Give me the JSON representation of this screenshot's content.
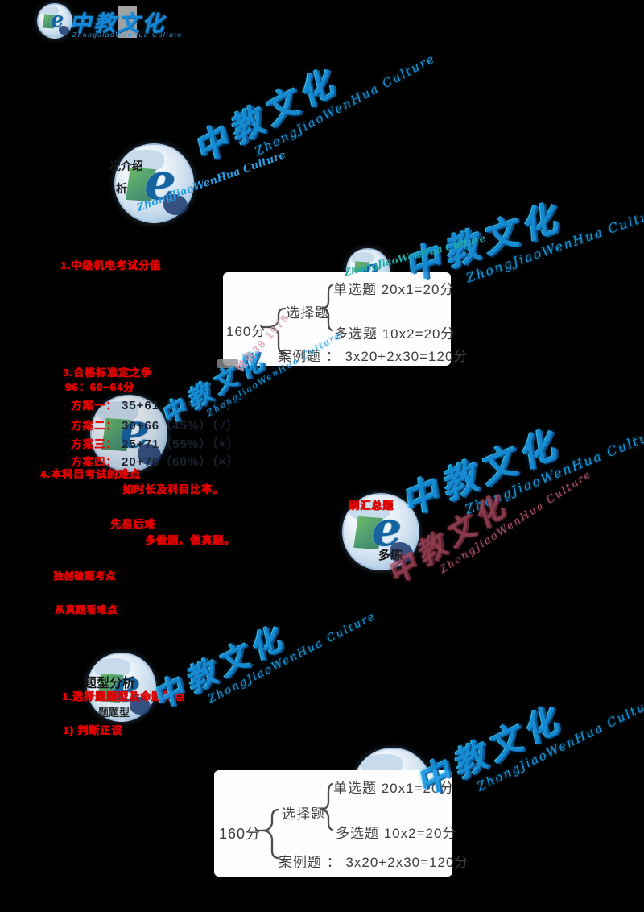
{
  "logo": {
    "brand": "中教文化",
    "tagline": "ZhongJiaoWenHua Culture"
  },
  "watermark": {
    "brand": "中教文化",
    "script": "ZhongJiaoWenHua Culture",
    "wechat_tag": "微信38 1978",
    "globe_letter": "e"
  },
  "colors": {
    "note_red": "#e80000",
    "watermark_blue": "#1795e0",
    "watermark_pink": "#b04a60",
    "wechat_pink": "#dba6bd",
    "diagram_bg": "#ffffff",
    "diagram_text": "#3f3f3f",
    "brand_blue": "#1789d8"
  },
  "intro_section": {
    "line1": "况介绍",
    "line2": "析"
  },
  "notes": {
    "n1": "1.中级机电考试分值",
    "n2": "3.合格标准定之争",
    "n3": "96：60~64分",
    "plans": [
      {
        "label": "方案一：",
        "value": "35+61（50%）（√）"
      },
      {
        "label": "方案二：",
        "value": "30+66（45%）（√）"
      },
      {
        "label": "方案三：",
        "value": "25+71（55%）（×）"
      },
      {
        "label": "方案四：",
        "value": "20+76（60%）（×）"
      }
    ],
    "n4": "4.本科目考试的难点",
    "n5": "如时长及科目比率。",
    "n6": "先易后难",
    "n7": "多做题、做真题。",
    "n8": "独创破题考点",
    "n9": "从真题看难点",
    "n14": "刷汇总题",
    "n15": "多练"
  },
  "type_section": {
    "header": "题型分析",
    "partial": "题题型",
    "n11": "1.选择题题型及命题特点",
    "n13": "1) 判断正误"
  },
  "score_tree": {
    "total": "160分",
    "choice": "选择题",
    "single": "单选题  20x1=20分",
    "multi": "多选题  10x2=20分",
    "case": "案例题 ： 3x20+2x30=120分"
  }
}
